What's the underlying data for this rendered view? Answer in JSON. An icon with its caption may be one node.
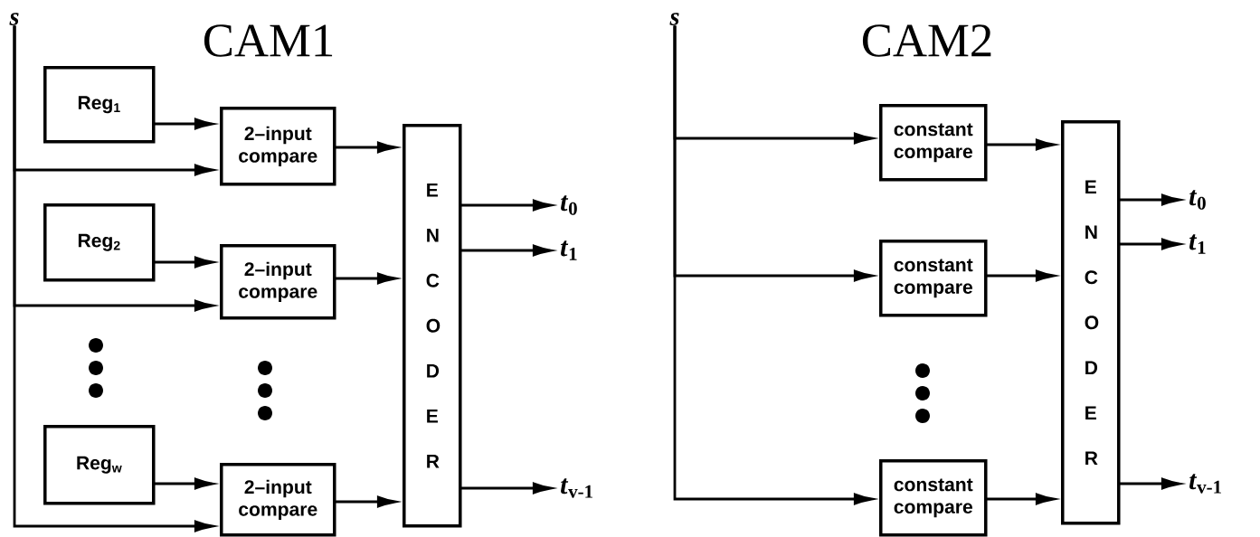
{
  "diagram": {
    "nodes": [
      {
        "text": [
          "s"
        ]
      },
      {
        "text": [
          "Reg$_{1}$"
        ]
      },
      {
        "text": [
          "2–input compare"
        ]
      },
      {
        "text": [
          "Reg$_{2}$"
        ]
      },
      {
        "text": [
          "2–input compare"
        ]
      },
      {
        "text": [
          "Reg$_{w}$"
        ]
      },
      {
        "text": [
          "2–input compare"
        ]
      },
      {
        "text": [
          "E N C O D E R"
        ]
      },
      {
        "text": [
          "*t*$_{0}$"
        ]
      },
      {
        "text": [
          "*t*$_{1}$"
        ]
      },
      {
        "text": [
          "*t*$_{v-1}$"
        ]
      },
      {
        "text": [
          "s"
        ]
      },
      {
        "text": [
          "constant compare"
        ]
      },
      {
        "text": [
          "constant compare"
        ]
      },
      {
        "text": [
          "constant compare"
        ]
      },
      {
        "text": [
          "E N C O D E R"
        ]
      },
      {
        "text": [
          "*t*$_{0}$"
        ]
      },
      {
        "text": [
          "*t*$_{1}$"
        ]
      },
      {
        "text": [
          "*t*$_{v-1}$"
        ]
      }
    ],
    "edges": [
      {
        "from": 0,
        "to": 2,
        "arrow": "to"
      },
      {
        "from": 0,
        "to": 4,
        "arrow": "to"
      },
      {
        "from": 0,
        "to": 6,
        "arrow": "to"
      },
      {
        "from": 1,
        "to": 2,
        "arrow": "to"
      },
      {
        "from": 3,
        "to": 4,
        "arrow": "to"
      },
      {
        "from": 5,
        "to": 6,
        "arrow": "to"
      },
      {
        "from": 2,
        "to": 7,
        "arrow": "to"
      },
      {
        "from": 4,
        "to": 7,
        "arrow": "to"
      },
      {
        "from": 6,
        "to": 7,
        "arrow": "to"
      },
      {
        "from": 7,
        "to": 8,
        "arrow": "to"
      },
      {
        "from": 7,
        "to": 9,
        "arrow": "to"
      },
      {
        "from": 7,
        "to": 10,
        "arrow": "to"
      },
      {
        "from": 11,
        "to": 12,
        "arrow": "to"
      },
      {
        "from": 11,
        "to": 13,
        "arrow": "to"
      },
      {
        "from": 11,
        "to": 14,
        "arrow": "to"
      },
      {
        "from": 12,
        "to": 15,
        "arrow": "to"
      },
      {
        "from": 13,
        "to": 15,
        "arrow": "to"
      },
      {
        "from": 14,
        "to": 15,
        "arrow": "to"
      },
      {
        "from": 15,
        "to": 16,
        "arrow": "to"
      },
      {
        "from": 15,
        "to": 17,
        "arrow": "to"
      },
      {
        "from": 15,
        "to": 18,
        "arrow": "to"
      }
    ],
    "labels": [
      "CAM1",
      "CAM2"
    ]
  }
}
